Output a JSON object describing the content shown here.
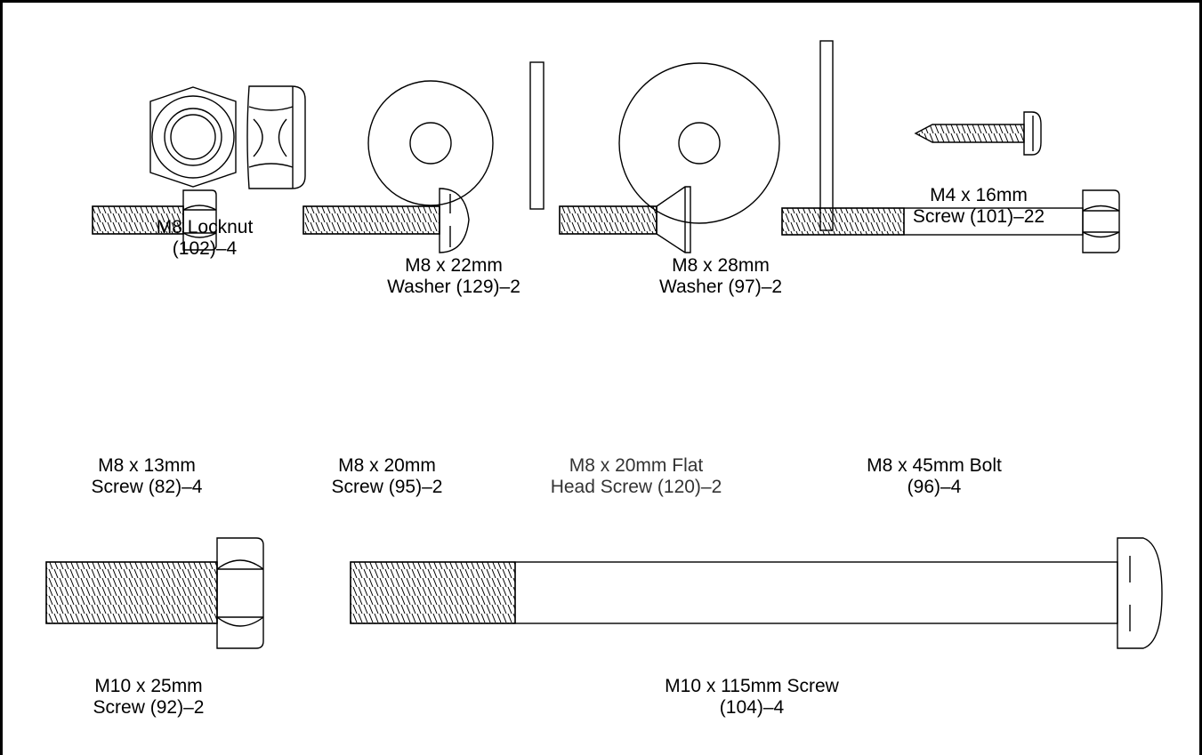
{
  "parts": [
    {
      "id": "locknut",
      "name": "M8 Locknut",
      "qty": "(102)–4"
    },
    {
      "id": "washer22",
      "name": "M8 x 22mm",
      "qty": "Washer (129)–2"
    },
    {
      "id": "washer28",
      "name": "M8 x 28mm",
      "qty": "Washer (97)–2"
    },
    {
      "id": "screw16",
      "name": "M4 x 16mm",
      "qty": "Screw (101)–22"
    },
    {
      "id": "screw13",
      "name": "M8 x 13mm",
      "qty": "Screw (82)–4"
    },
    {
      "id": "screw20",
      "name": "M8 x 20mm",
      "qty": "Screw (95)–2"
    },
    {
      "id": "flat20",
      "name": "M8 x 20mm Flat",
      "qty": "Head Screw (120)–2"
    },
    {
      "id": "bolt45",
      "name": "M8 x 45mm Bolt",
      "qty": "(96)–4"
    },
    {
      "id": "screw25",
      "name": "M10 x 25mm",
      "qty": "Screw (92)–2"
    },
    {
      "id": "screw115",
      "name": "M10 x 115mm Screw",
      "qty": "(104)–4"
    }
  ]
}
